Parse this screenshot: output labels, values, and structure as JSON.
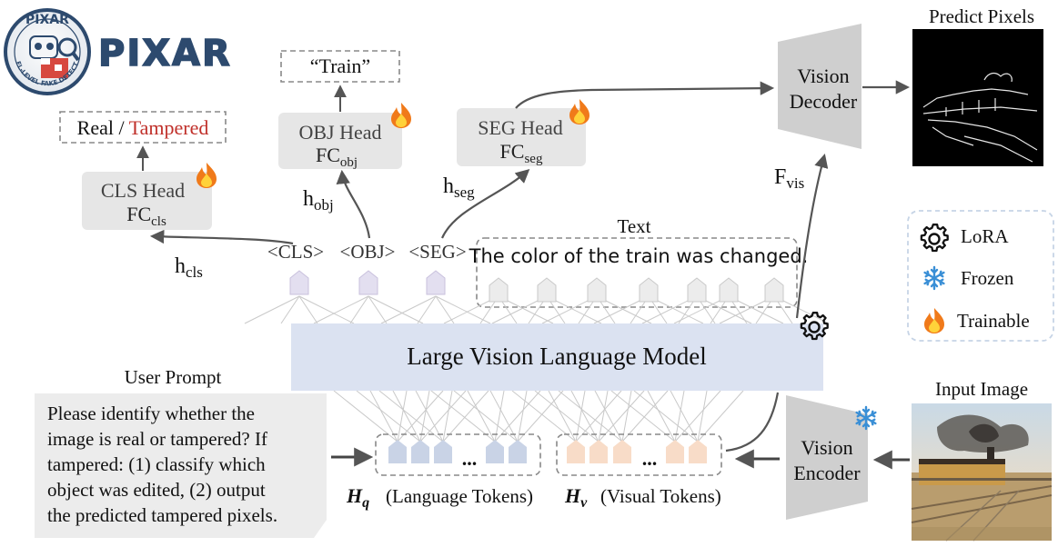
{
  "logo": {
    "word": "PIXAR",
    "badge_top": "PIXAR",
    "badge_ring": "PIXEL-LEVEL FAKE DETECTION"
  },
  "heads": {
    "cls": {
      "title": "CLS Head",
      "fc": "FC",
      "fc_sub": "cls"
    },
    "obj": {
      "title": "OBJ Head",
      "fc": "FC",
      "fc_sub": "obj"
    },
    "seg": {
      "title": "SEG Head",
      "fc": "FC",
      "fc_sub": "seg"
    }
  },
  "outputs": {
    "cls": {
      "real": "Real",
      "sep": " / ",
      "tampered": "Tampered"
    },
    "obj": "“Train”"
  },
  "hidden": {
    "cls": {
      "h": "h",
      "sub": "cls"
    },
    "obj": {
      "h": "h",
      "sub": "obj"
    },
    "seg": {
      "h": "h",
      "sub": "seg"
    },
    "fvis": {
      "f": "F",
      "sub": "vis"
    }
  },
  "tokens": {
    "cls": "<CLS>",
    "obj": "<OBJ>",
    "seg": "<SEG>"
  },
  "text_block": {
    "label": "Text",
    "content": "The color of the train was changed."
  },
  "lvlm": "Large Vision Language Model",
  "user_prompt": {
    "label": "User Prompt",
    "lines": [
      "Please identify whether the",
      "image is real or tampered? If",
      "tampered: (1) classify which",
      "object was edited, (2) output",
      "the predicted tampered pixels."
    ]
  },
  "token_groups": {
    "language": {
      "symbol": "H",
      "sub": "q",
      "label": "(Language Tokens)",
      "ellipsis": "..."
    },
    "visual": {
      "symbol": "H",
      "sub": "v",
      "label": "(Visual Tokens)",
      "ellipsis": "..."
    }
  },
  "vision_encoder": {
    "line1": "Vision",
    "line2": "Encoder"
  },
  "vision_decoder": {
    "line1": "Vision",
    "line2": "Decoder"
  },
  "input_image": {
    "label": "Input Image"
  },
  "predict_pixels": {
    "label": "Predict Pixels"
  },
  "legend": [
    {
      "icon": "gear-icon",
      "label": "LoRA"
    },
    {
      "icon": "snowflake-icon",
      "label": "Frozen"
    },
    {
      "icon": "fire-icon",
      "label": "Trainable"
    }
  ],
  "colors": {
    "tampered": "#c0302a",
    "head_fill": "#e6e6e6",
    "lvlm_fill": "#dbe2f1",
    "language_token": "#c9d3e6",
    "visual_token": "#f8dcc8",
    "frozen": "#3a8fd6",
    "fire": "#f07a1a"
  }
}
